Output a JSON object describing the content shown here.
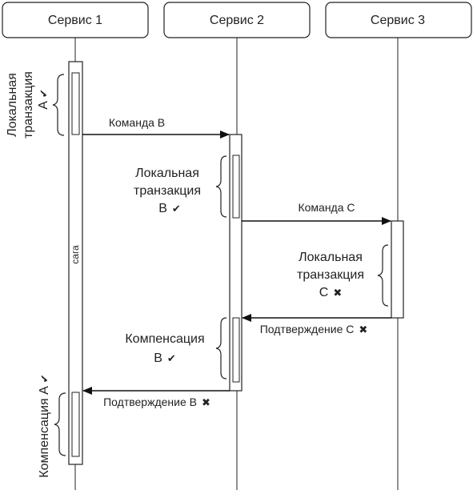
{
  "services": [
    {
      "label": "Сервис 1"
    },
    {
      "label": "Сервис 2"
    },
    {
      "label": "Сервис 3"
    }
  ],
  "saga_label": "сага",
  "messages": {
    "command_b": "Команда B",
    "command_c": "Команда C",
    "confirm_c": "Подтверждение C",
    "confirm_b": "Подтверждение B"
  },
  "notes": {
    "local_a_line1": "Локальная",
    "local_a_line2": "транзакция",
    "local_a_line3": "A",
    "local_b_line1": "Локальная",
    "local_b_line2": "транзакция",
    "local_b_line3": "B",
    "local_c_line1": "Локальная",
    "local_c_line2": "транзакция",
    "local_c_line3": "C",
    "comp_b_line1": "Компенсация",
    "comp_b_line2": "B",
    "comp_a": "Компенсация A"
  },
  "marks": {
    "check": "✔",
    "cross": "✖"
  }
}
